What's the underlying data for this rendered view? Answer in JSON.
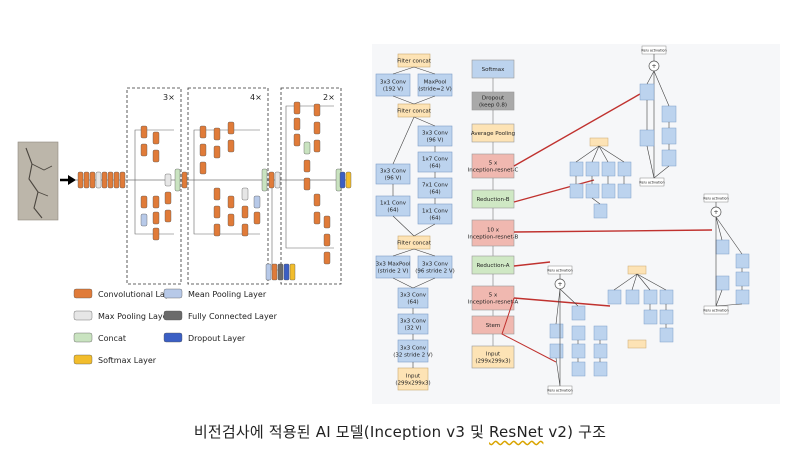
{
  "left_figure": {
    "repeat_labels": [
      "3×",
      "4×",
      "2×"
    ],
    "legend": [
      {
        "label": "Convolutional Layer",
        "color": "#e07b39"
      },
      {
        "label": "Mean Pooling Layer",
        "color": "#b7c9e8"
      },
      {
        "label": "Max Pooling Layer",
        "color": "#e6e6e6"
      },
      {
        "label": "Fully Connected Layer",
        "color": "#6b6b6b"
      },
      {
        "label": "Concat",
        "color": "#c9e3c0"
      },
      {
        "label": "Dropout Layer",
        "color": "#3b5fc4"
      },
      {
        "label": "Softmax Layer",
        "color": "#f2bd2c"
      }
    ]
  },
  "right_figure": {
    "inception_v3": [
      "Filter concat",
      "3x3 Conv (192 V)",
      "MaxPool (stride=2 V)",
      "Filter concat",
      "3x3 Conv (96 V)",
      "1x7 Conv (64)",
      "3x3 Conv (96 V)",
      "7x1 Conv (64)",
      "1x1 Conv (64)",
      "1x1 Conv (64)",
      "Filter concat",
      "3x3 MaxPool (stride 2 V)",
      "3x3 Conv (96 stride 2 V)",
      "3x3 Conv (64)",
      "3x3 Conv (32 V)",
      "3x3 Conv (32 stride 2 V)",
      "Input (299x299x3)"
    ],
    "resnet_v2": [
      {
        "label": "Softmax",
        "color": "#bcd3ee"
      },
      {
        "label": "Dropout (keep 0.8)",
        "color": "#a9a9a9"
      },
      {
        "label": "Average Pooling",
        "color": "#fde3b5"
      },
      {
        "label": "5 x Inception-resnet-C",
        "color": "#f0b8b0"
      },
      {
        "label": "Reduction-B",
        "color": "#cfe8c4"
      },
      {
        "label": "10 x Inception-resnet-B",
        "color": "#f0b8b0"
      },
      {
        "label": "Reduction-A",
        "color": "#cfe8c4"
      },
      {
        "label": "5 x Inception-resnet-A",
        "color": "#f0b8b0"
      },
      {
        "label": "Stem",
        "color": "#f0b8b0"
      },
      {
        "label": "Input (299x299x3)",
        "color": "#fde3b5"
      }
    ],
    "relu_activation": "Relu activation"
  },
  "caption": {
    "prefix": "비전검사에 적용된 AI 모델(Inception v3 및 ",
    "underlined": "ResNet",
    "suffix": " v2) 구조"
  }
}
